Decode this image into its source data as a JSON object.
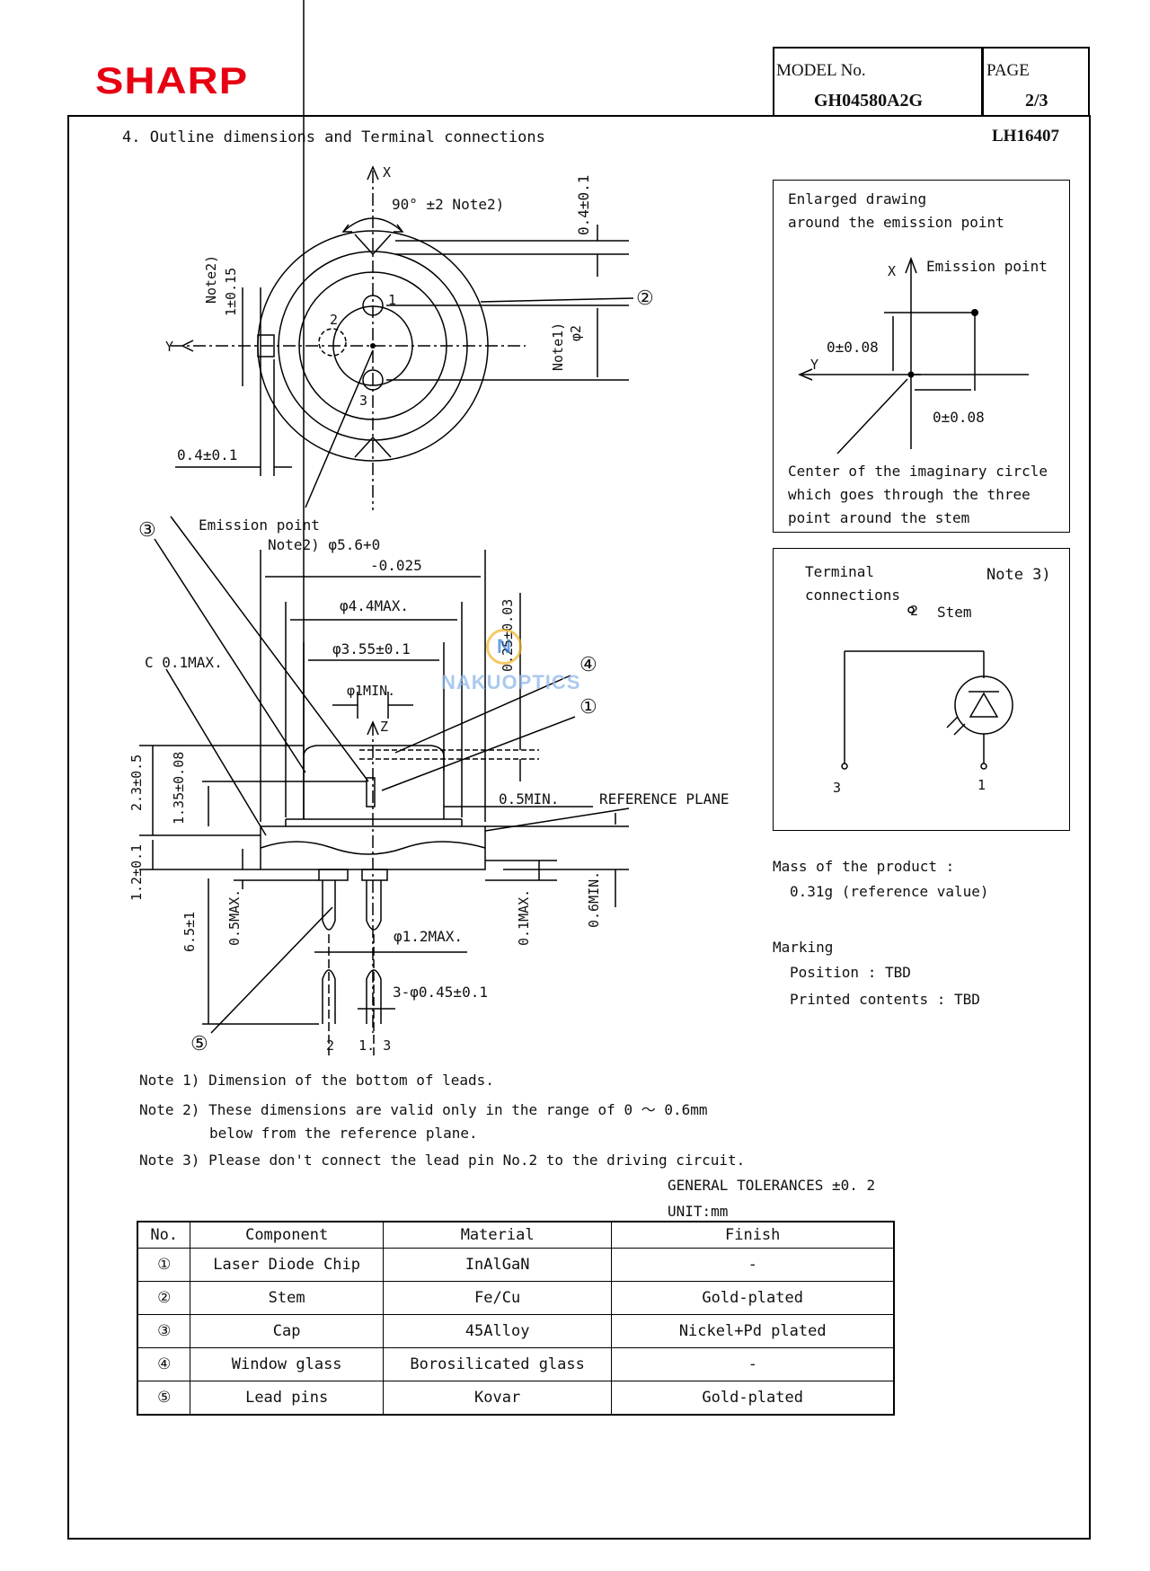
{
  "header": {
    "brand": "SHARP",
    "model_label": "MODEL No.",
    "model_value": "GH04580A2G",
    "page_label": "PAGE",
    "page_value": "2/3",
    "doc_code": "LH16407"
  },
  "section_title": "4. Outline dimensions and Terminal connections",
  "drawing": {
    "axis_x": "X",
    "axis_y": "Y",
    "axis_z": "Z",
    "angle": "90° ±2 Note2)",
    "dim_04_top": "0.4±0.1",
    "note2_side": "Note2)",
    "dim_1_015": "1±0.15",
    "note1_side": "Note1)",
    "dim_phi2": "φ2",
    "pin1": "1",
    "pin2": "2",
    "pin3": "3",
    "dim_04_left": "0.4±0.1",
    "emission_point": "Emission point",
    "note2_dia": "Note2) φ5.6+0",
    "dia_tol": "-0.025",
    "dim_phi44": "φ4.4MAX.",
    "dim_phi355": "φ3.55±0.1",
    "dim_phi1min": "φ1MIN.",
    "dim_c01": "C 0.1MAX.",
    "dim_025": "0.25±0.03",
    "dim_05min": "0.5MIN.",
    "reference_plane": "REFERENCE PLANE",
    "dim_23": "2.3±0.5",
    "dim_135": "1.35±0.08",
    "dim_12": "1.2±0.1",
    "dim_65": "6.5±1",
    "dim_05max": "0.5MAX.",
    "dim_phi12": "φ1.2MAX.",
    "dim_01max": "0.1MAX.",
    "dim_06min": "0.6MIN.",
    "dim_lead": "3-φ0.45±0.1",
    "lead_labels": "2   1. 3",
    "callouts": [
      "①",
      "②",
      "③",
      "④",
      "⑤"
    ]
  },
  "enlarged": {
    "title_line1": "Enlarged drawing",
    "title_line2": "around the emission point",
    "emission_point": "Emission point",
    "axis_x": "X",
    "axis_y": "Y",
    "dim_y": "0±0.08",
    "dim_x": "0±0.08",
    "caption_line1": "Center of the imaginary circle",
    "caption_line2": "which goes through the three",
    "caption_line3": "point around the stem"
  },
  "terminal": {
    "title_line1": "Terminal",
    "title_line2": "connections",
    "note": "Note 3)",
    "stem_pin": "2",
    "stem_label": "Stem",
    "pin3": "3",
    "pin1": "1"
  },
  "mass": {
    "label": "Mass of the product :",
    "value": "0.31g (reference value)"
  },
  "marking": {
    "label": "Marking",
    "position": "Position : TBD",
    "printed": "Printed contents : TBD"
  },
  "notes": [
    "Note 1) Dimension of the bottom of leads.",
    "Note 2) These dimensions are valid only in the range of 0 ～ 0.6mm",
    "below from the reference plane.",
    "Note 3) Please don't connect the lead pin No.2 to the driving circuit."
  ],
  "tolerances": "GENERAL TOLERANCES ±0. 2",
  "unit": "UNIT:mm",
  "parts_table": {
    "headers": [
      "No.",
      "Component",
      "Material",
      "Finish"
    ],
    "rows": [
      [
        "①",
        "Laser Diode Chip",
        "InAlGaN",
        "-"
      ],
      [
        "②",
        "Stem",
        "Fe/Cu",
        "Gold-plated"
      ],
      [
        "③",
        "Cap",
        "45Alloy",
        "Nickel+Pd plated"
      ],
      [
        "④",
        "Window glass",
        "Borosilicated glass",
        "-"
      ],
      [
        "⑤",
        "Lead pins",
        "Kovar",
        "Gold-plated"
      ]
    ]
  },
  "watermark": {
    "text": "NAKUOPTICS",
    "badge": "N"
  }
}
